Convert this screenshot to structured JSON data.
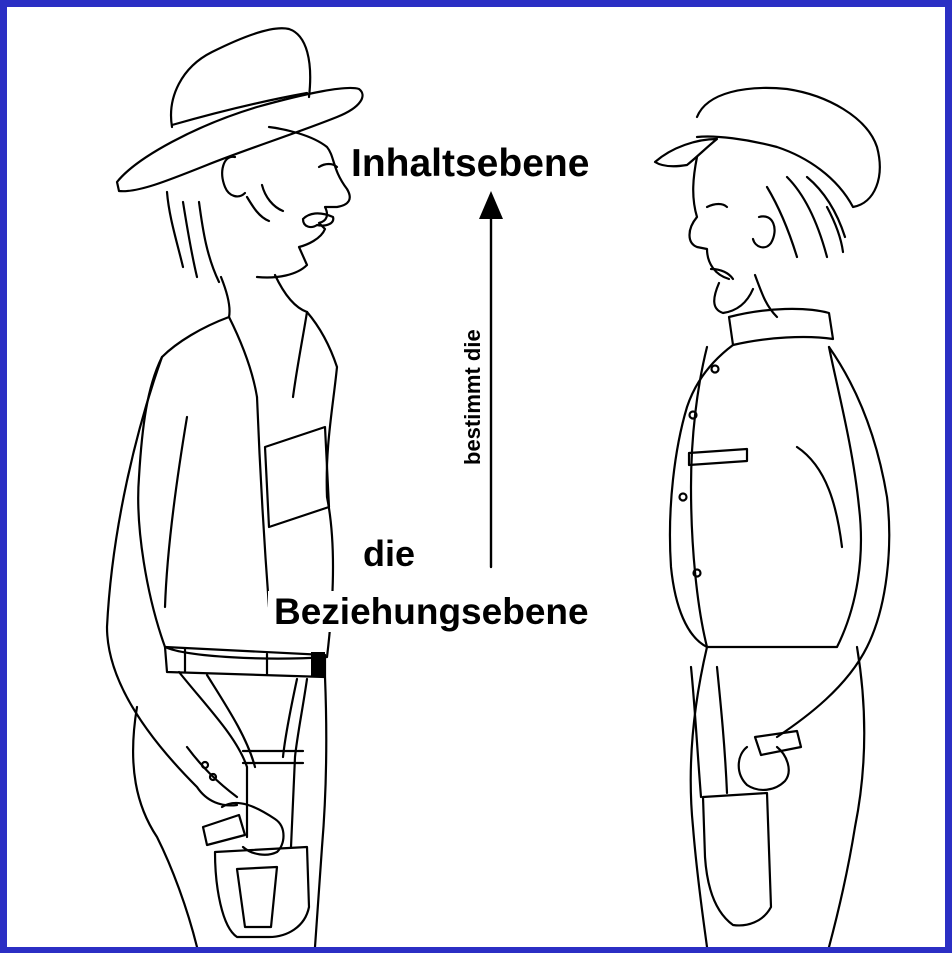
{
  "labels": {
    "content_level": "Inhaltsebene",
    "relation_level_article": "die",
    "relation_level": "Beziehungsebene",
    "arrow_label": "bestimmt die"
  },
  "colors": {
    "frame_border": "#2b2fc4",
    "background": "#ffffff",
    "ink": "#000000"
  }
}
